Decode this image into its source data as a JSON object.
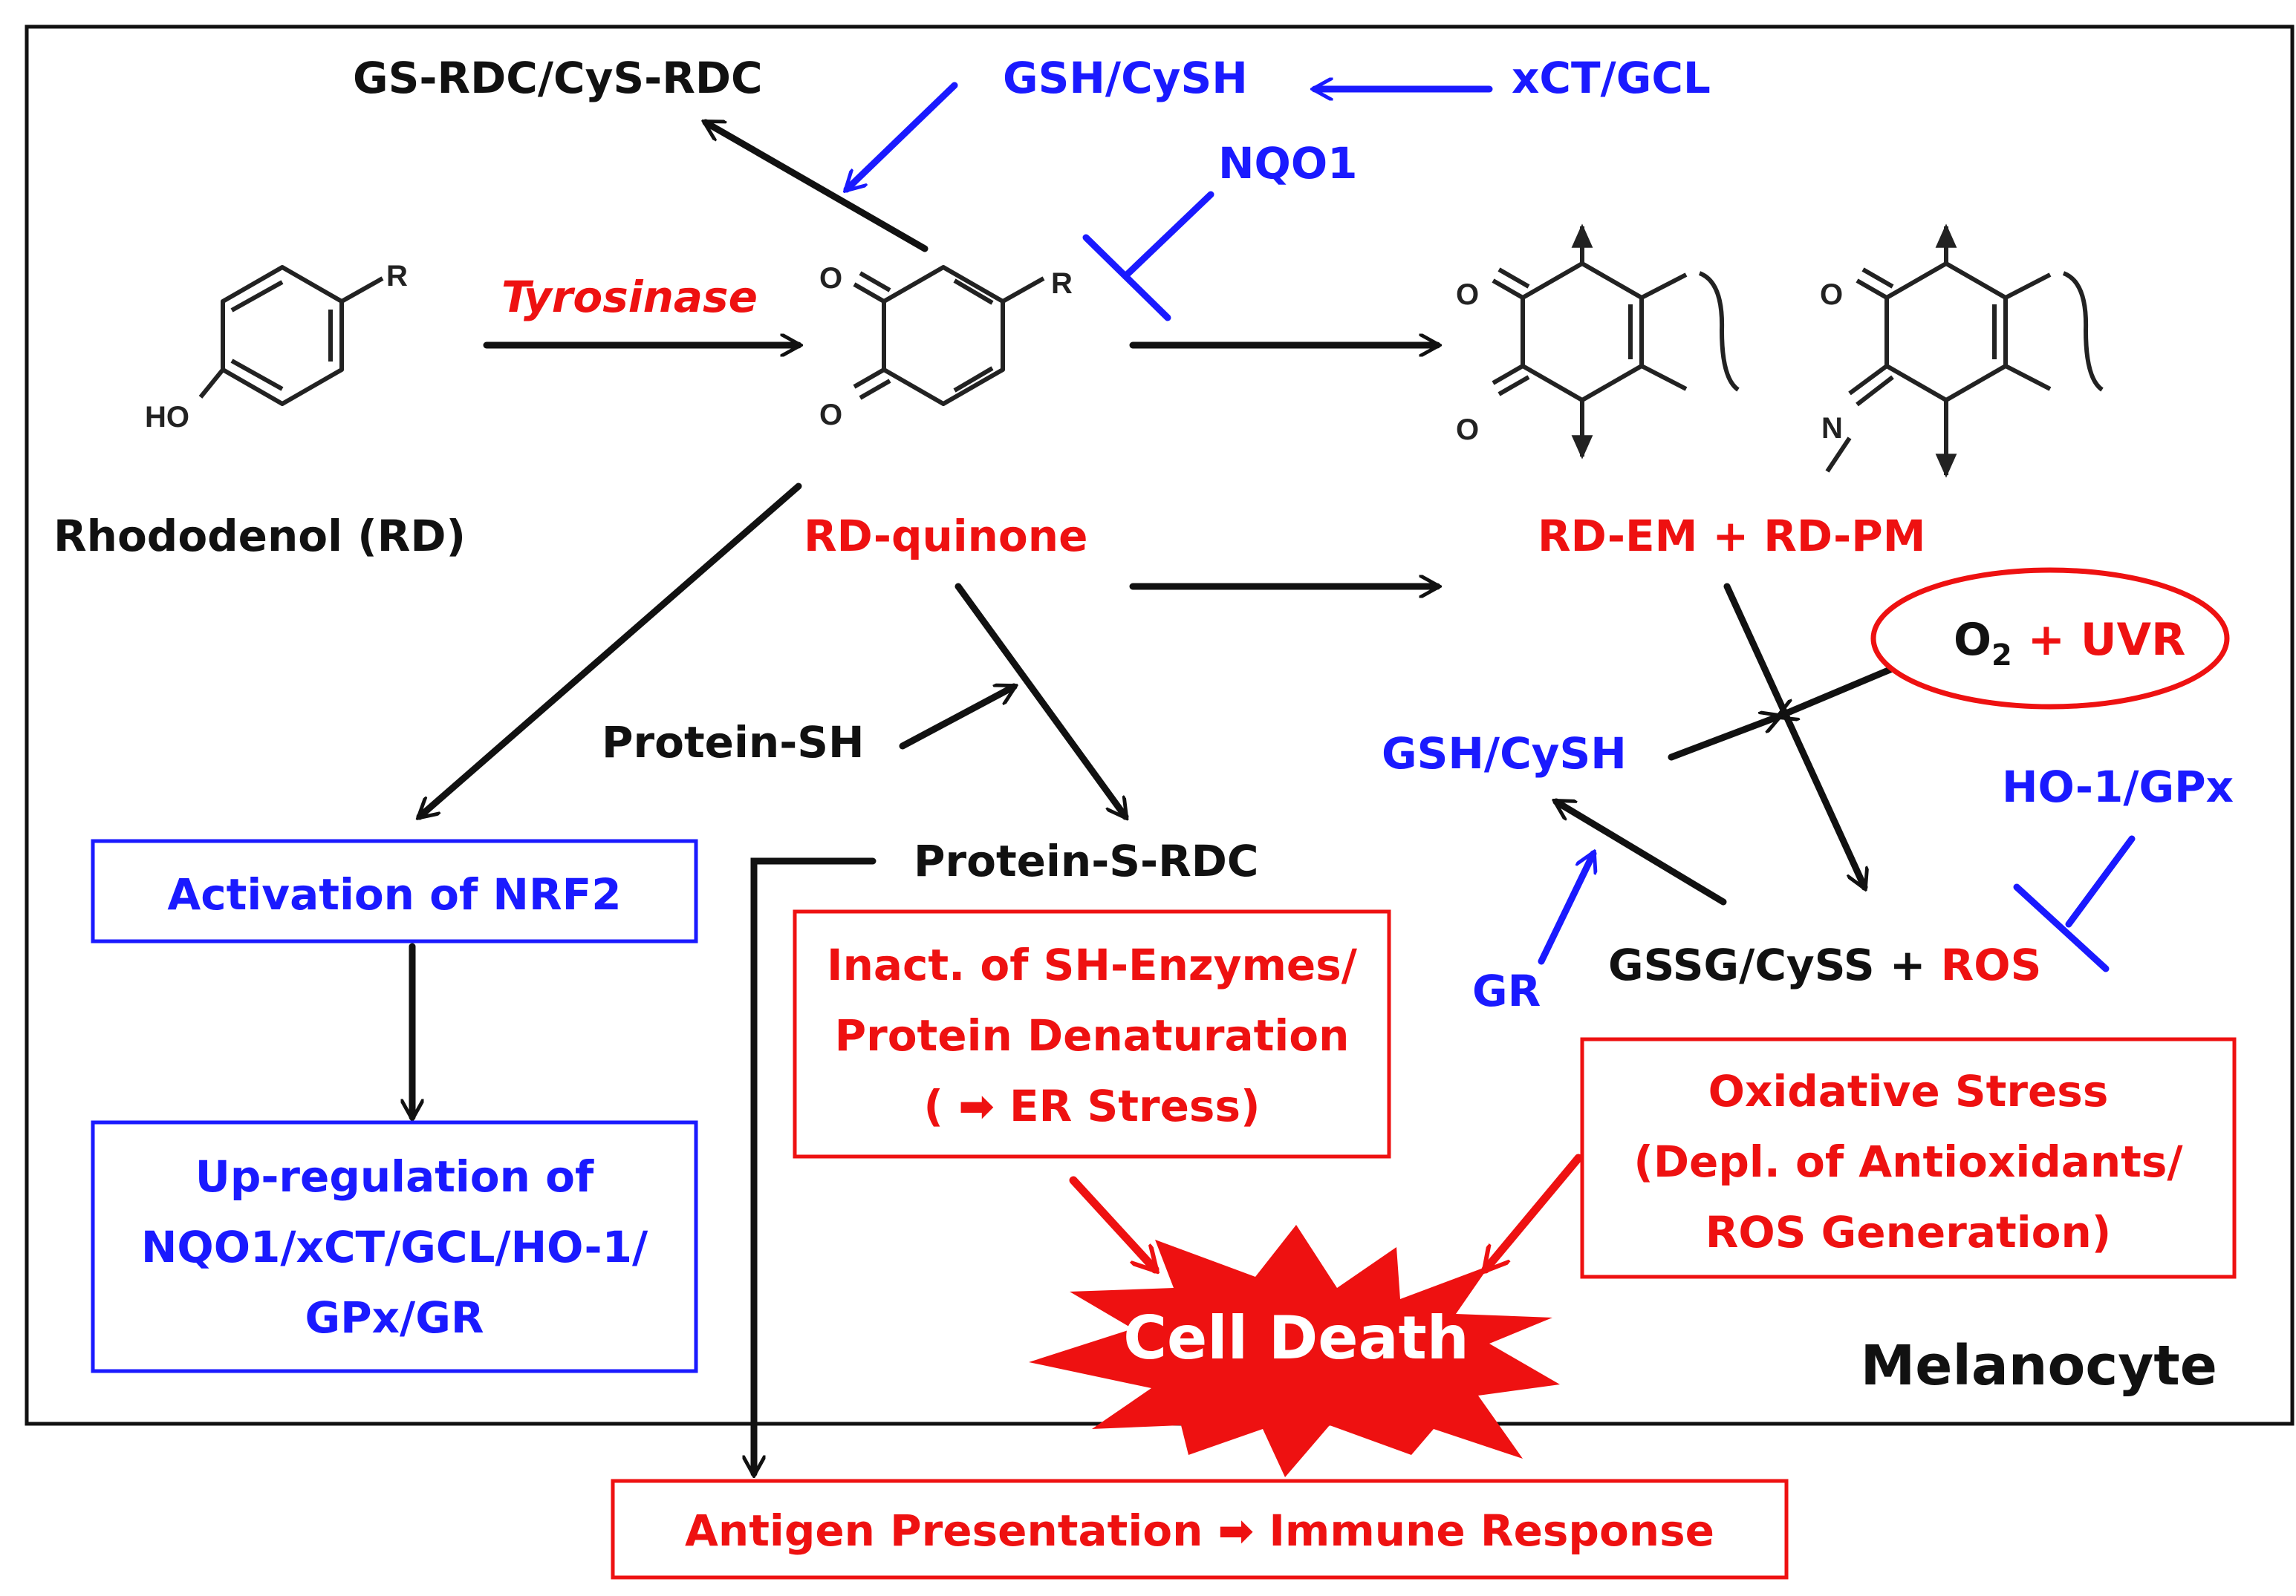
{
  "labels": {
    "gs_rdc": "GS-RDC/CyS-RDC",
    "gsh_cysh_top": "GSH/CySH",
    "xct_gcl": "xCT/GCL",
    "nqo1": "NQO1",
    "tyrosinase": "Tyrosinase",
    "rhododenol": "Rhododenol (RD)",
    "rd_quinone": "RD-quinone",
    "rd_em_pm": "RD-EM + RD-PM",
    "o2": "O",
    "o2_sub": "2",
    "uvr": " + UVR",
    "gsh_cysh_right": "GSH/CySH",
    "ho1_gpx": "HO-1/GPx",
    "gr": "GR",
    "gssg": "GSSG/CySS + ",
    "ros": "ROS",
    "protein_sh": "Protein-SH",
    "protein_s_rdc": "Protein-S-RDC",
    "nrf2": "Activation of NRF2",
    "upreg": [
      "Up-regulation of",
      "NQO1/xCT/GCL/HO-1/",
      "GPx/GR"
    ],
    "inact": [
      "Inact. of SH-Enzymes/",
      "Protein Denaturation",
      "( ➡ ER Stress)"
    ],
    "oxstress": [
      "Oxidative Stress",
      "(Depl. of Antioxidants/",
      "ROS Generation)"
    ],
    "cell_death": "Cell Death",
    "melanocyte": "Melanocyte",
    "antigen": "Antigen Presentation ➡ Immune Response"
  },
  "molecules": {
    "atom_R": "R",
    "atom_HO": "HO",
    "atom_O": "O",
    "atom_N": "N"
  },
  "colors": {
    "black": "#111111",
    "red": "#ee1111",
    "blue": "#1a1aff"
  }
}
